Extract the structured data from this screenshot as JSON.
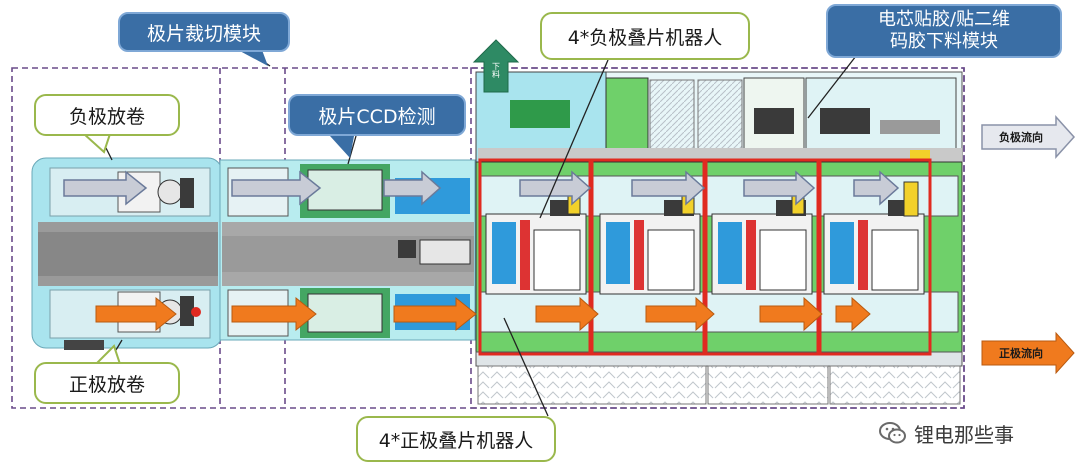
{
  "labels": {
    "cutting": "极片裁切模块",
    "neg_robot": "4*负极叠片机器人",
    "taping_line1": "电芯贴胶/贴二维",
    "taping_line2": "码胶下料模块",
    "neg_unwind": "负极放卷",
    "ccd": "极片CCD检测",
    "pos_unwind": "正极放卷",
    "pos_robot": "4*正极叠片机器人",
    "up_arrow": "下料"
  },
  "flows": {
    "negative": "负极流向",
    "positive": "正极流向"
  },
  "watermark": "锂电那些事",
  "colors": {
    "callout_blue": "#3a6ea5",
    "callout_border_green": "#9ab84c",
    "negative_arrow": "#c8ccd6",
    "positive_arrow": "#f07a1e",
    "robot_frame_red": "#e02a20",
    "machine_cyan": "#a9e4ee",
    "machine_green": "#6fd06a",
    "exit_arrow_green": "#2e8a64",
    "dashed_purple": "#6a4b8a"
  }
}
